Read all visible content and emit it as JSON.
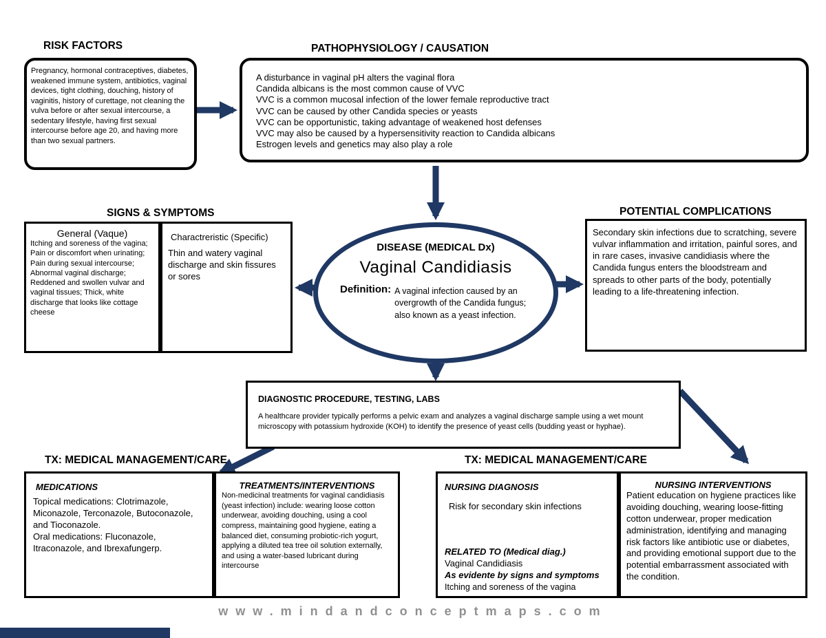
{
  "colors": {
    "arrow": "#1f3864",
    "box_border": "#000000",
    "footer_text": "#909090"
  },
  "page": {
    "footer": "www.mindandconceptmaps.com"
  },
  "risk_factors": {
    "heading": "RISK FACTORS",
    "body": "Pregnancy, hormonal contraceptives, diabetes, weakened immune system, antibiotics, vaginal devices, tight clothing, douching, history of vaginitis, history of curettage, not cleaning the vulva before or after sexual intercourse, a sedentary lifestyle, having first sexual intercourse before age 20, and having more than two sexual partners."
  },
  "pathophysiology": {
    "heading": "PATHOPHYSIOLOGY / CAUSATION",
    "body": "A disturbance in vaginal pH alters the vaginal flora\nCandida albicans is the most common cause of VVC\nVVC is a common mucosal infection of the lower female reproductive tract\nVVC can be caused by other Candida species or yeasts\nVVC can be opportunistic, taking advantage of weakened host defenses\nVVC may also be caused by a hypersensitivity reaction to Candida albicans\nEstrogen levels and genetics may also play a role"
  },
  "signs_symptoms": {
    "heading": "SIGNS & SYMPTOMS",
    "general": {
      "title": "General (Vaque)",
      "body": "Itching and soreness of the vagina; Pain or discomfort when urinating; Pain during sexual intercourse; Abnormal vaginal discharge; Reddened and swollen vulvar and vaginal tissues; Thick, white discharge that looks like cottage cheese"
    },
    "characteristic": {
      "title": "Charactreristic (Specific)",
      "body": "Thin and watery vaginal discharge and skin fissures or sores"
    }
  },
  "disease": {
    "heading": "DISEASE (MEDICAL Dx)",
    "name": "Vaginal Candidiasis",
    "definition_label": "Definition:",
    "definition": "A vaginal infection caused by an overgrowth of the Candida fungus; also known as a yeast infection."
  },
  "complications": {
    "heading": "POTENTIAL COMPLICATIONS",
    "body": "Secondary skin infections due to scratching, severe vulvar inflammation and irritation, painful sores, and in rare cases, invasive candidiasis where the Candida fungus enters the bloodstream and spreads to other parts of the body, potentially leading to a life-threatening infection."
  },
  "diagnostics": {
    "title": "DIAGNOSTIC PROCEDURE, TESTING, LABS",
    "body": "A healthcare provider typically performs a pelvic exam and analyzes a vaginal discharge sample using a wet mount microscopy with potassium hydroxide (KOH) to identify the presence of yeast cells (budding yeast or hyphae)."
  },
  "tx_left": {
    "heading": "TX: MEDICAL MANAGEMENT/CARE",
    "medications": {
      "title": "MEDICATIONS",
      "body": "Topical medications: Clotrimazole, Miconazole, Terconazole, Butoconazole, and Tioconazole.\nOral medications: Fluconazole, Itraconazole, and Ibrexafungerp."
    },
    "treatments": {
      "title": "TREATMENTS/INTERVENTIONS",
      "body": "Non-medicinal treatments for vaginal candidiasis (yeast infection) include: wearing loose cotton underwear, avoiding douching, using a cool compress, maintaining good hygiene, eating a balanced diet, consuming probiotic-rich yogurt, applying a diluted tea tree oil solution externally, and using a water-based lubricant during intercourse"
    }
  },
  "tx_right": {
    "heading": "TX: MEDICAL MANAGEMENT/CARE",
    "nursing_diagnosis": {
      "title": "NURSING DIAGNOSIS",
      "risk": "Risk for secondary skin infections",
      "related_to_label": "RELATED TO (Medical diag.)",
      "related_to_value": "Vaginal Candidiasis",
      "evidence_label": "As evidente by signs and symptoms",
      "evidence_value": "Itching and soreness of the vagina"
    },
    "nursing_interventions": {
      "title": "NURSING INTERVENTIONS",
      "body": "Patient education on hygiene practices like avoiding douching, wearing loose-fitting cotton underwear, proper medication administration, identifying and managing risk factors like antibiotic use or diabetes, and providing emotional support due to the potential embarrassment associated with the condition."
    }
  }
}
